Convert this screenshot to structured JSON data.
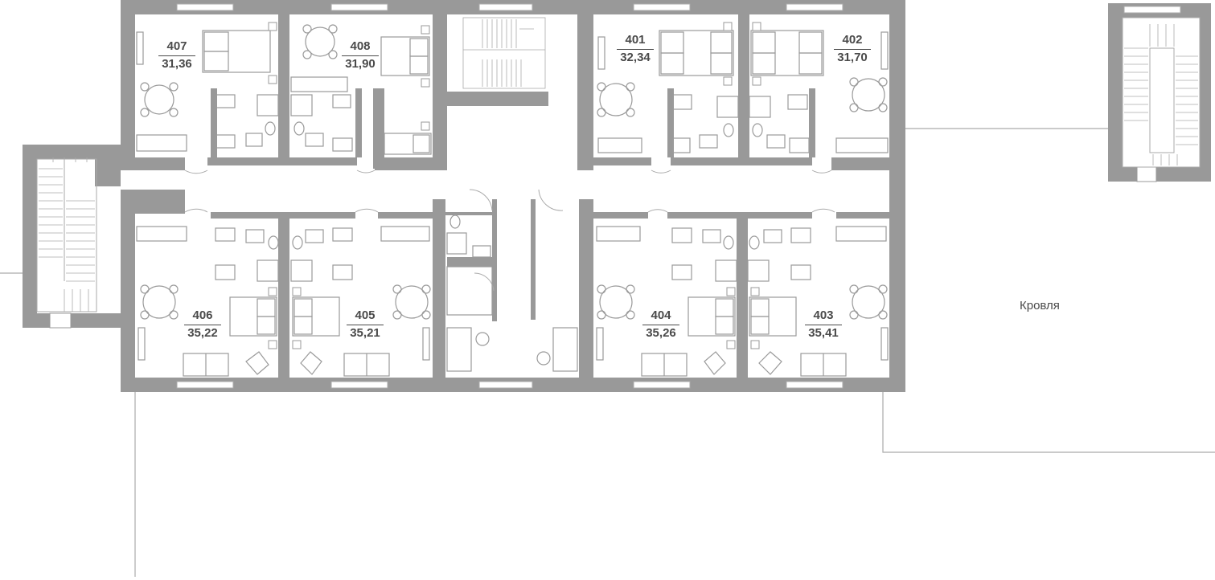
{
  "floor_plan": {
    "units": [
      {
        "id": "407",
        "area": "31,36"
      },
      {
        "id": "408",
        "area": "31,90"
      },
      {
        "id": "401",
        "area": "32,34"
      },
      {
        "id": "402",
        "area": "31,70"
      },
      {
        "id": "406",
        "area": "35,22"
      },
      {
        "id": "405",
        "area": "35,21"
      },
      {
        "id": "404",
        "area": "35,26"
      },
      {
        "id": "403",
        "area": "35,41"
      }
    ],
    "roof_label": "Кровля",
    "colors": {
      "wall": "#999999",
      "outline": "#aaaaaa",
      "furniture": "#9a9a9a",
      "label": "#4a4a4a",
      "background": "#ffffff"
    }
  }
}
